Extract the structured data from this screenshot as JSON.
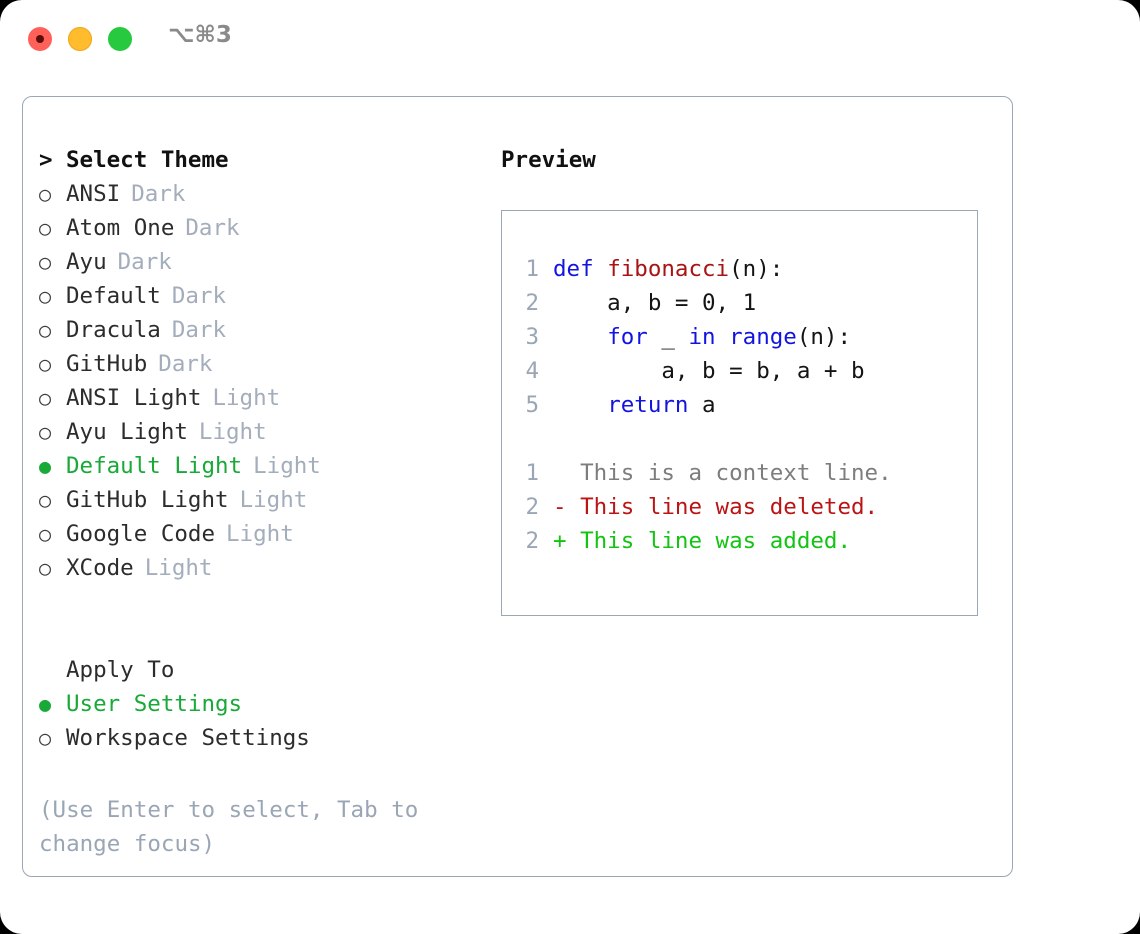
{
  "titlebar": {
    "shortcut": "⌥⌘3",
    "buttons": [
      {
        "name": "close",
        "color": "#ff6159"
      },
      {
        "name": "minimize",
        "color": "#ffbd2e"
      },
      {
        "name": "maximize",
        "color": "#27c93f"
      }
    ]
  },
  "colors": {
    "selected_green": "#18a938",
    "muted": "#a3adbb",
    "border": "#9aa7b6",
    "keyword_blue": "#1414e0",
    "function_red": "#a81414",
    "diff_added": "#13c413",
    "diff_deleted": "#bb1414",
    "context_gray": "#7d7d7d"
  },
  "theme_list": {
    "header_marker": ">",
    "header_label": "Select Theme",
    "marker_selected": "●",
    "marker_unselected": "○",
    "items": [
      {
        "label": "ANSI",
        "tag": "Dark",
        "selected": false
      },
      {
        "label": "Atom One",
        "tag": "Dark",
        "selected": false
      },
      {
        "label": "Ayu",
        "tag": "Dark",
        "selected": false
      },
      {
        "label": "Default",
        "tag": "Dark",
        "selected": false
      },
      {
        "label": "Dracula",
        "tag": "Dark",
        "selected": false
      },
      {
        "label": "GitHub",
        "tag": "Dark",
        "selected": false
      },
      {
        "label": "ANSI Light",
        "tag": "Light",
        "selected": false
      },
      {
        "label": "Ayu Light",
        "tag": "Light",
        "selected": false
      },
      {
        "label": "Default Light",
        "tag": "Light",
        "selected": true
      },
      {
        "label": "GitHub Light",
        "tag": "Light",
        "selected": false
      },
      {
        "label": "Google Code",
        "tag": "Light",
        "selected": false
      },
      {
        "label": "XCode",
        "tag": "Light",
        "selected": false
      }
    ]
  },
  "apply_to": {
    "header_label": "Apply To",
    "items": [
      {
        "label": "User Settings",
        "selected": true
      },
      {
        "label": "Workspace Settings",
        "selected": false
      }
    ]
  },
  "hint": "(Use Enter to select, Tab to change focus)",
  "preview": {
    "title": "Preview",
    "code_lines": [
      {
        "no": "1",
        "tokens": [
          {
            "t": "def ",
            "c": "kw"
          },
          {
            "t": "fibonacci",
            "c": "fn"
          },
          {
            "t": "(n):",
            "c": "pl"
          }
        ]
      },
      {
        "no": "2",
        "tokens": [
          {
            "t": "    a, b = 0, 1",
            "c": "pl"
          }
        ]
      },
      {
        "no": "3",
        "tokens": [
          {
            "t": "    ",
            "c": "pl"
          },
          {
            "t": "for",
            "c": "kw"
          },
          {
            "t": " _ ",
            "c": "pl"
          },
          {
            "t": "in",
            "c": "kw"
          },
          {
            "t": " ",
            "c": "pl"
          },
          {
            "t": "range",
            "c": "kw"
          },
          {
            "t": "(n):",
            "c": "pl"
          }
        ]
      },
      {
        "no": "4",
        "tokens": [
          {
            "t": "        a, b = b, a + b",
            "c": "pl"
          }
        ]
      },
      {
        "no": "5",
        "tokens": [
          {
            "t": "    ",
            "c": "pl"
          },
          {
            "t": "return",
            "c": "kw"
          },
          {
            "t": " a",
            "c": "pl"
          }
        ]
      }
    ],
    "diff_lines": [
      {
        "no": "1",
        "sign": " ",
        "text": " This is a context line.",
        "kind": "ctx"
      },
      {
        "no": "2",
        "sign": "-",
        "text": " This line was deleted.",
        "kind": "del"
      },
      {
        "no": "2",
        "sign": "+",
        "text": " This line was added.",
        "kind": "add"
      }
    ]
  }
}
